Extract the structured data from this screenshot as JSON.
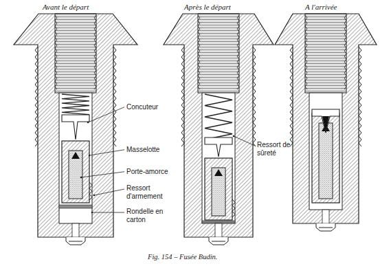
{
  "diagram": {
    "caption": "Fig. 154 – Fusée Budin.",
    "labels": [
      "Avant le départ",
      "Après le départ",
      "A l'arrivée",
      "Concuteur",
      "Masselotte",
      "Porte-amorce",
      "Ressort d'armement",
      "Rondelle en carton",
      "Ressort de sûreté"
    ]
  }
}
